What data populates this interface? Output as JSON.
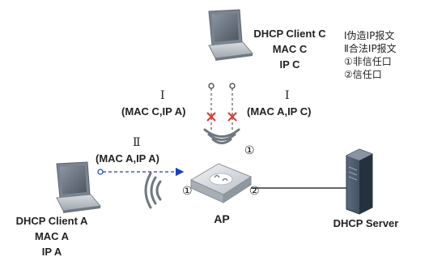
{
  "client_c": {
    "name": "DHCP Client C",
    "mac": "MAC C",
    "ip": "IP C"
  },
  "client_a": {
    "name": "DHCP Client A",
    "mac": "MAC A",
    "ip": "IP A"
  },
  "ap": {
    "name": "AP",
    "port1": "①",
    "port2": "②"
  },
  "server": {
    "name": "DHCP Server"
  },
  "legend": {
    "item1": "Ⅰ伪造IP报文",
    "item2": "Ⅱ合法IP报文",
    "item3": "①非信任口",
    "item4": "②信任口"
  },
  "packets": {
    "forged_left_mark": "Ⅰ",
    "forged_left": "(MAC C,IP A)",
    "forged_right_mark": "Ⅰ",
    "forged_right": "(MAC A,IP C)",
    "legal_mark": "Ⅱ",
    "legal": "(MAC A,IP A)",
    "wifi_port": "①"
  },
  "colors": {
    "legal_arrow": "#1a3fc0",
    "blocked": "#e8322a",
    "server": "#3a4a5e"
  }
}
